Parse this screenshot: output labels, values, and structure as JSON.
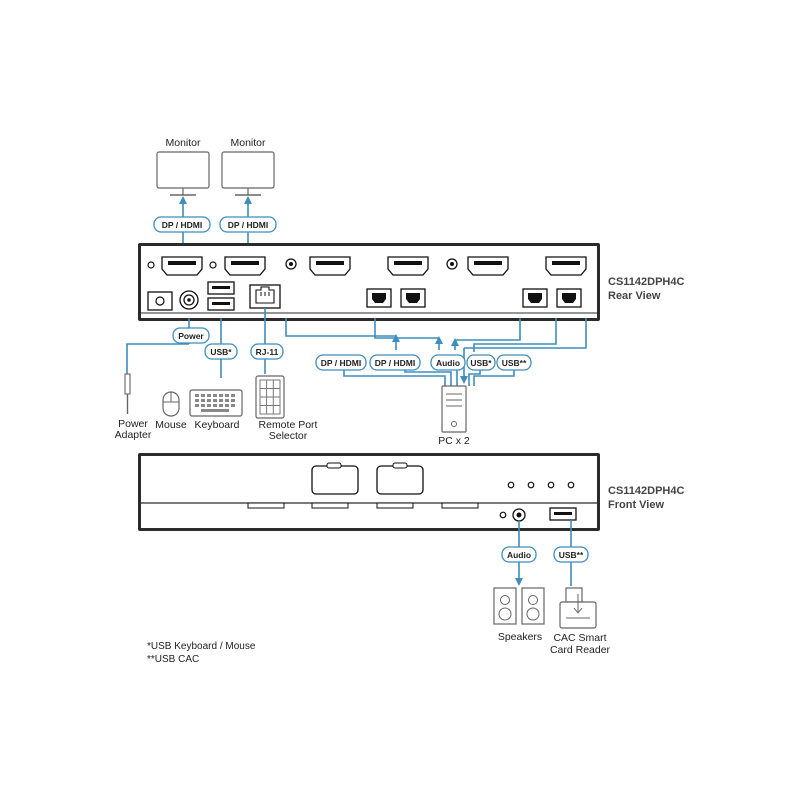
{
  "monitors": [
    "Monitor",
    "Monitor"
  ],
  "cables": {
    "dp_hdmi": "DP / HDMI",
    "power": "Power",
    "usb_star": "USB*",
    "rj11": "RJ-11",
    "audio": "Audio",
    "usb_cac": "USB**"
  },
  "rear": {
    "model": "CS1142DPH4C",
    "view": "Rear View"
  },
  "front": {
    "model": "CS1142DPH4C",
    "view": "Front View"
  },
  "peripherals": {
    "power_adapter": [
      "Power",
      "Adapter"
    ],
    "mouse": "Mouse",
    "keyboard": "Keyboard",
    "remote": [
      "Remote Port",
      "Selector"
    ],
    "pc": "PC x 2",
    "speakers": "Speakers",
    "cac": [
      "CAC Smart",
      "Card Reader"
    ]
  },
  "notes": [
    "*USB Keyboard / Mouse",
    "**USB CAC"
  ],
  "colors": {
    "cable": "#3d8ebd",
    "unit": "#2b2b2b",
    "device": "#666666"
  }
}
